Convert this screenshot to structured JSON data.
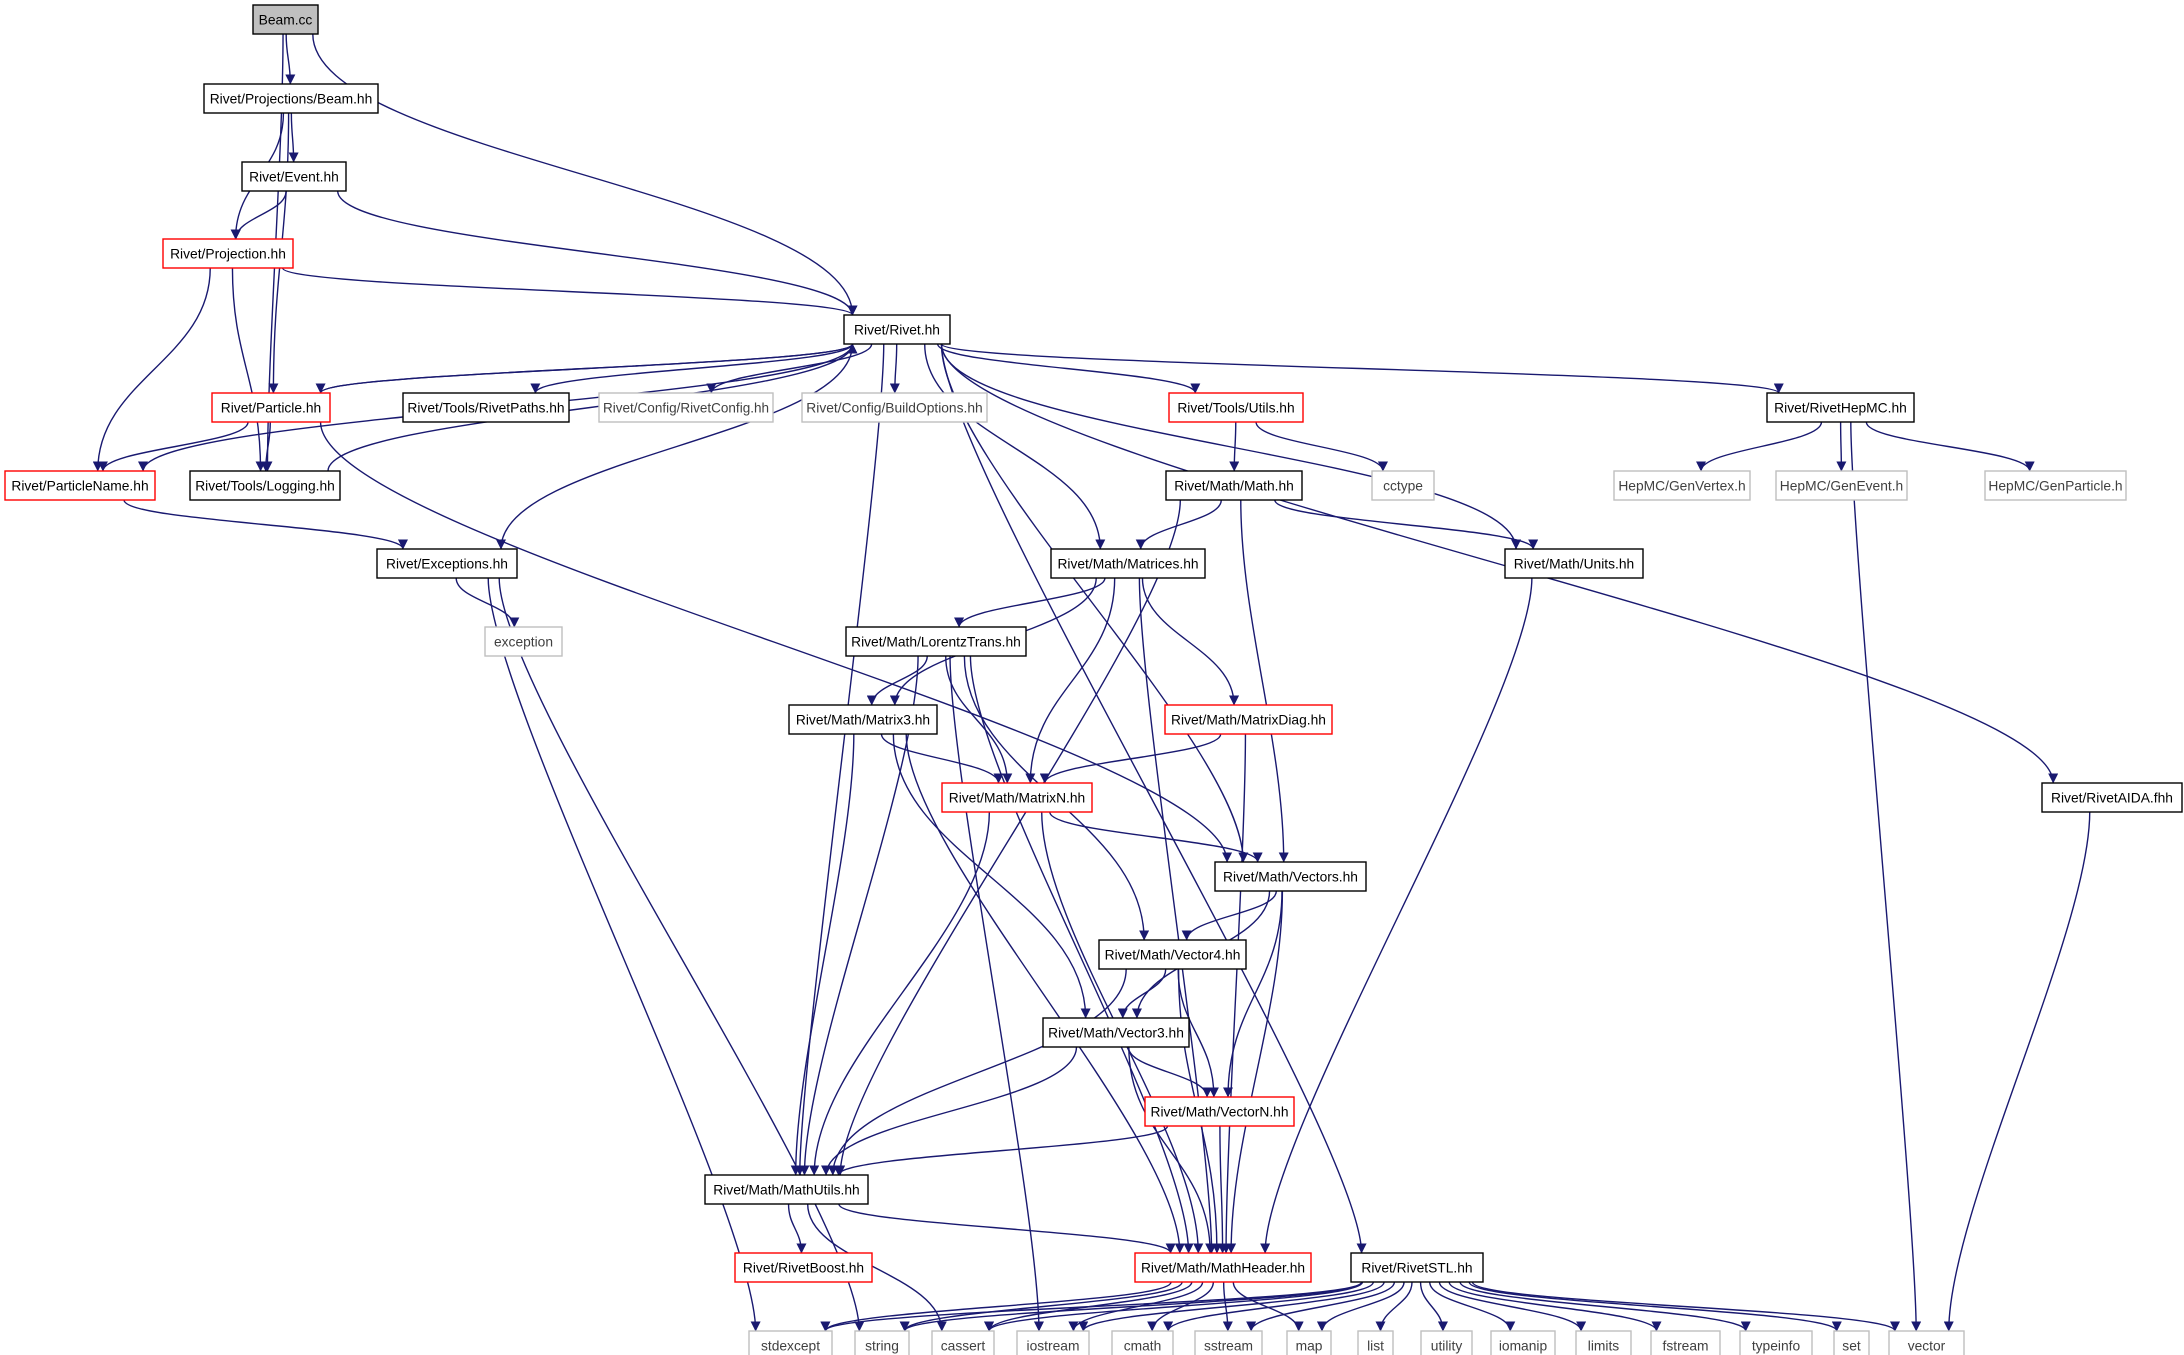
{
  "colors": {
    "edge": "#191970",
    "border_documented": "#000000",
    "border_truncated": "#ff0000",
    "border_external": "#bfbfbf",
    "fill_root": "#bfbfbf",
    "fill_default": "#ffffff",
    "text_default": "#000000",
    "text_external": "#404040"
  },
  "nodes": [
    {
      "id": "beam_cc",
      "label": "Beam.cc",
      "style": "root"
    },
    {
      "id": "proj_beam",
      "label": "Rivet/Projections/Beam.hh",
      "style": "normal"
    },
    {
      "id": "event",
      "label": "Rivet/Event.hh",
      "style": "normal"
    },
    {
      "id": "projection",
      "label": "Rivet/Projection.hh",
      "style": "truncated"
    },
    {
      "id": "rivet",
      "label": "Rivet/Rivet.hh",
      "style": "normal"
    },
    {
      "id": "particle",
      "label": "Rivet/Particle.hh",
      "style": "truncated"
    },
    {
      "id": "rivetpaths",
      "label": "Rivet/Tools/RivetPaths.hh",
      "style": "normal"
    },
    {
      "id": "rivetconfig",
      "label": "Rivet/Config/RivetConfig.hh",
      "style": "external"
    },
    {
      "id": "buildoptions",
      "label": "Rivet/Config/BuildOptions.hh",
      "style": "external"
    },
    {
      "id": "utils",
      "label": "Rivet/Tools/Utils.hh",
      "style": "truncated"
    },
    {
      "id": "rivethepmc",
      "label": "Rivet/RivetHepMC.hh",
      "style": "normal"
    },
    {
      "id": "particlename",
      "label": "Rivet/ParticleName.hh",
      "style": "truncated"
    },
    {
      "id": "logging",
      "label": "Rivet/Tools/Logging.hh",
      "style": "normal"
    },
    {
      "id": "mathmath",
      "label": "Rivet/Math/Math.hh",
      "style": "normal"
    },
    {
      "id": "cctype",
      "label": "cctype",
      "style": "external"
    },
    {
      "id": "genvertex",
      "label": "HepMC/GenVertex.h",
      "style": "external"
    },
    {
      "id": "genevent",
      "label": "HepMC/GenEvent.h",
      "style": "external"
    },
    {
      "id": "genparticle",
      "label": "HepMC/GenParticle.h",
      "style": "external"
    },
    {
      "id": "exceptions",
      "label": "Rivet/Exceptions.hh",
      "style": "normal"
    },
    {
      "id": "matrices",
      "label": "Rivet/Math/Matrices.hh",
      "style": "normal"
    },
    {
      "id": "units",
      "label": "Rivet/Math/Units.hh",
      "style": "normal"
    },
    {
      "id": "exception",
      "label": "exception",
      "style": "external"
    },
    {
      "id": "lorentz",
      "label": "Rivet/Math/LorentzTrans.hh",
      "style": "normal"
    },
    {
      "id": "matrix3",
      "label": "Rivet/Math/Matrix3.hh",
      "style": "normal"
    },
    {
      "id": "matrixdiag",
      "label": "Rivet/Math/MatrixDiag.hh",
      "style": "truncated"
    },
    {
      "id": "matrixn",
      "label": "Rivet/Math/MatrixN.hh",
      "style": "truncated"
    },
    {
      "id": "rivetaida",
      "label": "Rivet/RivetAIDA.fhh",
      "style": "normal"
    },
    {
      "id": "vectors",
      "label": "Rivet/Math/Vectors.hh",
      "style": "normal"
    },
    {
      "id": "vector4",
      "label": "Rivet/Math/Vector4.hh",
      "style": "normal"
    },
    {
      "id": "vector3",
      "label": "Rivet/Math/Vector3.hh",
      "style": "normal"
    },
    {
      "id": "vectorn",
      "label": "Rivet/Math/VectorN.hh",
      "style": "truncated"
    },
    {
      "id": "mathutils",
      "label": "Rivet/Math/MathUtils.hh",
      "style": "normal"
    },
    {
      "id": "rivetboost",
      "label": "Rivet/RivetBoost.hh",
      "style": "truncated"
    },
    {
      "id": "mathheader",
      "label": "Rivet/Math/MathHeader.hh",
      "style": "truncated"
    },
    {
      "id": "rivetstl",
      "label": "Rivet/RivetSTL.hh",
      "style": "normal"
    },
    {
      "id": "stdexcept",
      "label": "stdexcept",
      "style": "external"
    },
    {
      "id": "string",
      "label": "string",
      "style": "external"
    },
    {
      "id": "cassert",
      "label": "cassert",
      "style": "external"
    },
    {
      "id": "iostream",
      "label": "iostream",
      "style": "external"
    },
    {
      "id": "cmath",
      "label": "cmath",
      "style": "external"
    },
    {
      "id": "sstream",
      "label": "sstream",
      "style": "external"
    },
    {
      "id": "map",
      "label": "map",
      "style": "external"
    },
    {
      "id": "list",
      "label": "list",
      "style": "external"
    },
    {
      "id": "utility",
      "label": "utility",
      "style": "external"
    },
    {
      "id": "iomanip",
      "label": "iomanip",
      "style": "external"
    },
    {
      "id": "limits",
      "label": "limits",
      "style": "external"
    },
    {
      "id": "fstream",
      "label": "fstream",
      "style": "external"
    },
    {
      "id": "typeinfo",
      "label": "typeinfo",
      "style": "external"
    },
    {
      "id": "set",
      "label": "set",
      "style": "external"
    },
    {
      "id": "vector",
      "label": "vector",
      "style": "external"
    }
  ],
  "edges": [
    [
      "beam_cc",
      "proj_beam"
    ],
    [
      "beam_cc",
      "rivet"
    ],
    [
      "beam_cc",
      "logging"
    ],
    [
      "proj_beam",
      "event"
    ],
    [
      "proj_beam",
      "projection"
    ],
    [
      "proj_beam",
      "particle"
    ],
    [
      "event",
      "projection"
    ],
    [
      "event",
      "rivet"
    ],
    [
      "projection",
      "rivet"
    ],
    [
      "projection",
      "particlename"
    ],
    [
      "projection",
      "logging"
    ],
    [
      "rivet",
      "particle"
    ],
    [
      "rivet",
      "rivetpaths"
    ],
    [
      "rivet",
      "rivetconfig"
    ],
    [
      "rivet",
      "buildoptions"
    ],
    [
      "rivet",
      "utils"
    ],
    [
      "rivet",
      "rivethepmc"
    ],
    [
      "rivet",
      "particlename"
    ],
    [
      "rivet",
      "exceptions"
    ],
    [
      "rivet",
      "matrices"
    ],
    [
      "rivet",
      "units"
    ],
    [
      "rivet",
      "vectors"
    ],
    [
      "rivet",
      "mathutils"
    ],
    [
      "rivet",
      "rivetstl"
    ],
    [
      "rivet",
      "rivetaida"
    ],
    [
      "particle",
      "rivet"
    ],
    [
      "particle",
      "particlename"
    ],
    [
      "particle",
      "logging"
    ],
    [
      "particle",
      "vectors"
    ],
    [
      "logging",
      "rivet"
    ],
    [
      "particlename",
      "exceptions"
    ],
    [
      "utils",
      "mathmath"
    ],
    [
      "utils",
      "cctype"
    ],
    [
      "rivethepmc",
      "genvertex"
    ],
    [
      "rivethepmc",
      "genevent"
    ],
    [
      "rivethepmc",
      "genparticle"
    ],
    [
      "rivethepmc",
      "vector"
    ],
    [
      "exceptions",
      "exception"
    ],
    [
      "exceptions",
      "stdexcept"
    ],
    [
      "exceptions",
      "string"
    ],
    [
      "mathmath",
      "matrices"
    ],
    [
      "mathmath",
      "units"
    ],
    [
      "mathmath",
      "vectors"
    ],
    [
      "mathmath",
      "mathutils"
    ],
    [
      "matrices",
      "lorentz"
    ],
    [
      "matrices",
      "matrix3"
    ],
    [
      "matrices",
      "matrixdiag"
    ],
    [
      "matrices",
      "matrixn"
    ],
    [
      "matrices",
      "mathheader"
    ],
    [
      "units",
      "mathheader"
    ],
    [
      "lorentz",
      "matrix3"
    ],
    [
      "lorentz",
      "matrixn"
    ],
    [
      "lorentz",
      "vector4"
    ],
    [
      "lorentz",
      "mathutils"
    ],
    [
      "lorentz",
      "iostream"
    ],
    [
      "lorentz",
      "mathheader"
    ],
    [
      "matrix3",
      "matrixn"
    ],
    [
      "matrix3",
      "vector3"
    ],
    [
      "matrix3",
      "mathutils"
    ],
    [
      "matrix3",
      "mathheader"
    ],
    [
      "matrixdiag",
      "matrixn"
    ],
    [
      "matrixdiag",
      "mathheader"
    ],
    [
      "matrixn",
      "vectors"
    ],
    [
      "matrixn",
      "mathutils"
    ],
    [
      "matrixn",
      "mathheader"
    ],
    [
      "rivetaida",
      "vector"
    ],
    [
      "vectors",
      "vector4"
    ],
    [
      "vectors",
      "vector3"
    ],
    [
      "vectors",
      "vectorn"
    ],
    [
      "vectors",
      "mathheader"
    ],
    [
      "vector4",
      "vector3"
    ],
    [
      "vector4",
      "vectorn"
    ],
    [
      "vector4",
      "mathutils"
    ],
    [
      "vector4",
      "mathheader"
    ],
    [
      "vector3",
      "vectorn"
    ],
    [
      "vector3",
      "mathutils"
    ],
    [
      "vector3",
      "mathheader"
    ],
    [
      "vectorn",
      "mathutils"
    ],
    [
      "vectorn",
      "mathheader"
    ],
    [
      "mathutils",
      "rivetboost"
    ],
    [
      "mathutils",
      "mathheader"
    ],
    [
      "mathutils",
      "cassert"
    ],
    [
      "mathheader",
      "stdexcept"
    ],
    [
      "mathheader",
      "string"
    ],
    [
      "mathheader",
      "cassert"
    ],
    [
      "mathheader",
      "iostream"
    ],
    [
      "mathheader",
      "cmath"
    ],
    [
      "mathheader",
      "sstream"
    ],
    [
      "mathheader",
      "map"
    ],
    [
      "rivetstl",
      "string"
    ],
    [
      "rivetstl",
      "cassert"
    ],
    [
      "rivetstl",
      "iostream"
    ],
    [
      "rivetstl",
      "cmath"
    ],
    [
      "rivetstl",
      "sstream"
    ],
    [
      "rivetstl",
      "map"
    ],
    [
      "rivetstl",
      "list"
    ],
    [
      "rivetstl",
      "utility"
    ],
    [
      "rivetstl",
      "iomanip"
    ],
    [
      "rivetstl",
      "limits"
    ],
    [
      "rivetstl",
      "fstream"
    ],
    [
      "rivetstl",
      "typeinfo"
    ],
    [
      "rivetstl",
      "set"
    ],
    [
      "rivetstl",
      "vector"
    ],
    [
      "rivetstl",
      "stdexcept"
    ]
  ]
}
